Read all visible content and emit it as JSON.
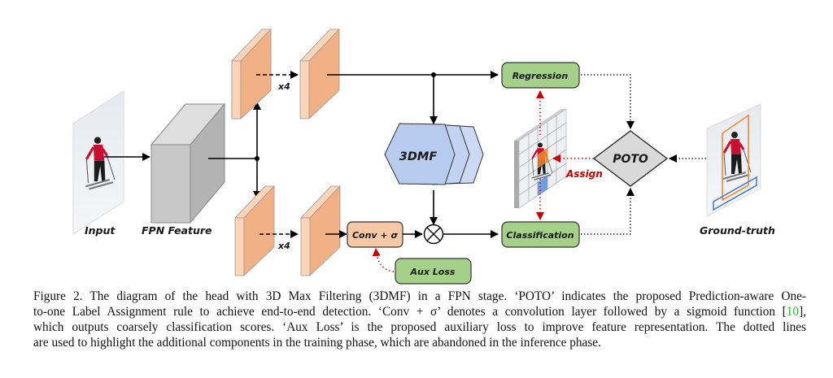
{
  "figure": {
    "labels": {
      "input": "Input",
      "fpn_feature": "FPN Feature",
      "repeat_top": "x4",
      "repeat_bottom": "x4",
      "dmf": "3DMF",
      "conv": "Conv + σ",
      "aux_loss": "Aux Loss",
      "regression": "Regression",
      "classification": "Classification",
      "poto": "POTO",
      "assign": "Assign",
      "ground_truth": "Ground-truth"
    },
    "colors": {
      "feature_map": "#f2b184",
      "feature_map_side": "#fbd5b8",
      "fpn_block": "#c8c8c8",
      "dmf_fill": "#b7cbee",
      "green_box": "#a5d08a",
      "conv_box": "#f7c8a6",
      "poto_fill": "#d9d9d9",
      "training_arrow": "#cc0000"
    }
  },
  "caption": {
    "lines": [
      "Figure 2. The diagram of the head with 3D Max Filtering (3DMF) in a FPN stage. ‘POTO’ indicates the proposed Prediction-aware One-",
      "to-one Label Assignment rule to achieve end-to-end detection. ‘Conv + σ’ denotes a convolution layer followed by a sigmoid function [",
      "which outputs coarsely classification scores. ‘Aux Loss’ is the proposed auxiliary loss to improve feature representation. The dotted lines",
      "are used to highlight the additional components in the training phase, which are abandoned in the inference phase."
    ],
    "citation": "10",
    "citation_suffix": "],"
  }
}
